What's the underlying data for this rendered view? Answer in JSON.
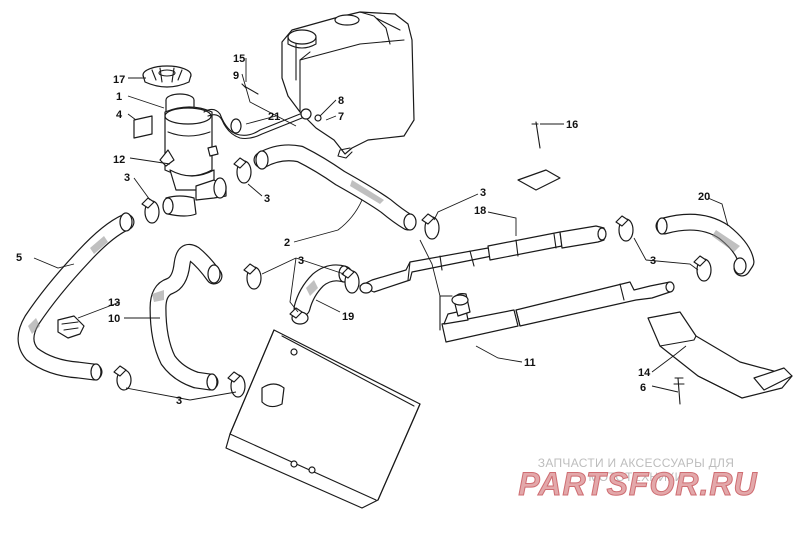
{
  "callouts": {
    "c1": "1",
    "c2": "2",
    "c3": "3",
    "c4": "4",
    "c5": "5",
    "c6": "6",
    "c7": "7",
    "c8": "8",
    "c9": "9",
    "c10": "10",
    "c11": "11",
    "c12": "12",
    "c13": "13",
    "c14": "14",
    "c15": "15",
    "c16": "16",
    "c17": "17",
    "c18": "18",
    "c19": "19",
    "c20": "20",
    "c21": "21"
  },
  "watermark": {
    "caption": "ЗАПЧАСТИ И АКСЕССУАРЫ ДЛЯ МОТОТЕХНИКИ",
    "logo": "PARTSFOR.RU"
  }
}
